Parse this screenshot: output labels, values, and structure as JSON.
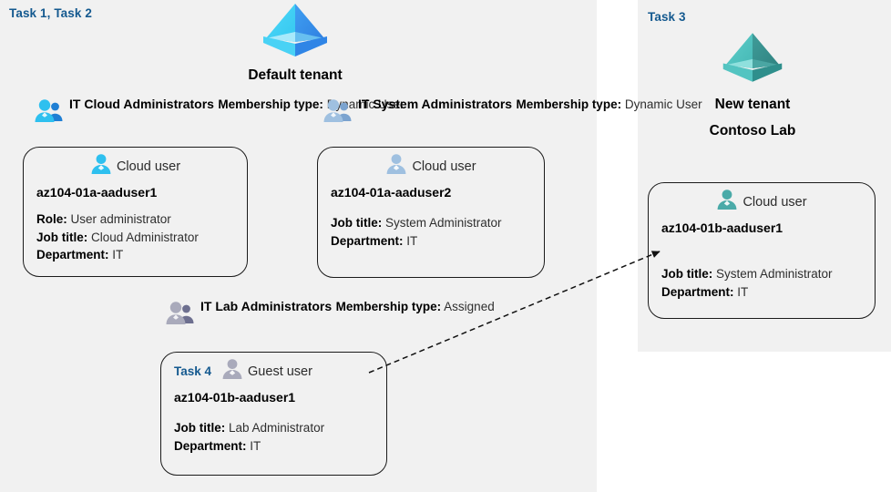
{
  "panels": {
    "left": {
      "task_label": "Task 1, Task 2"
    },
    "right": {
      "task_label": "Task 3"
    }
  },
  "tenants": [
    {
      "id": "default-tenant",
      "icon": "azure-ad-tenant-icon",
      "title_line1": "Default tenant",
      "title_line2": "",
      "color": "#3b9ff0"
    },
    {
      "id": "new-tenant",
      "icon": "azure-ad-tenant-icon",
      "title_line1": "New  tenant",
      "title_line2": "Contoso Lab",
      "color": "#49b3b0"
    }
  ],
  "groups": [
    {
      "id": "it-cloud-administrators",
      "name": "IT Cloud Administrators",
      "membership_label": "Membership type:",
      "membership_value": "Dynamic User",
      "icon": "group-users-icon"
    },
    {
      "id": "it-system-administrators",
      "name": "IT System Administrators",
      "membership_label": "Membership type:",
      "membership_value": "Dynamic User",
      "icon": "group-users-icon"
    },
    {
      "id": "it-lab-administrators",
      "name": "IT Lab Administrators",
      "membership_label": "Membership type:",
      "membership_value": "Assigned",
      "icon": "group-users-icon"
    }
  ],
  "cards": [
    {
      "id": "aaduser1",
      "task": "",
      "user_type": "Cloud user",
      "icon": "cloud-user-icon",
      "username": "az104-01a-aaduser1",
      "attrs": [
        {
          "label": "Role:",
          "value": "User administrator"
        },
        {
          "label": "Job title:",
          "value": "Cloud Administrator"
        },
        {
          "label": "Department:",
          "value": "IT"
        }
      ]
    },
    {
      "id": "aaduser2",
      "task": "",
      "user_type": "Cloud user",
      "icon": "cloud-user-icon",
      "username": "az104-01a-aaduser2",
      "attrs": [
        {
          "label": "Job title:",
          "value": "System Administrator"
        },
        {
          "label": "Department:",
          "value": "IT"
        }
      ]
    },
    {
      "id": "guest-aaduser1",
      "task": "Task 4",
      "user_type": "Guest user",
      "icon": "guest-user-icon",
      "username": "az104-01b-aaduser1",
      "attrs": [
        {
          "label": "Job title:",
          "value": "Lab Administrator"
        },
        {
          "label": "Department:",
          "value": "IT"
        }
      ]
    },
    {
      "id": "new-aaduser1",
      "task": "",
      "user_type": "Cloud user",
      "icon": "cloud-user-icon",
      "username": "az104-01b-aaduser1",
      "attrs": [
        {
          "label": "Job title:",
          "value": "System Administrator"
        },
        {
          "label": "Department:",
          "value": "IT"
        }
      ]
    }
  ],
  "connector": {
    "name": "guest-user-invite-arrow",
    "style": "dashed-arrow"
  },
  "colors": {
    "panel_background": "#f1f1f1",
    "page_background": "#ffffff",
    "task_label": "#14598f",
    "card_border": "#1b1b1b",
    "text": "#1a1a1a"
  }
}
